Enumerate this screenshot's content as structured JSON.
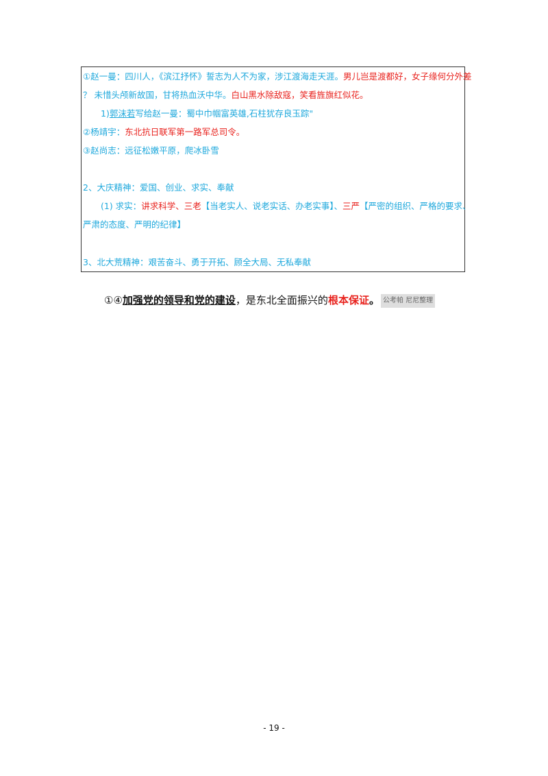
{
  "table": {
    "l1a": "①赵一曼：四川人，《滨江抒怀》誓志为人不为家，涉江渡海走天涯。",
    "l1b": "男儿岂是渡都好，女子缘何分外差",
    "l2a": "？ 未惜头颅新故国，甘将热血沃中华。",
    "l2b": "白山黑水除敌寇，笑看旌旗红似花。",
    "l3a": "1)",
    "l3b": "郭沫若",
    "l3c": "写给赵一曼：蜀中巾帼富英雄,石柱犹存良玉踪\"",
    "l4a": "②杨靖宇：",
    "l4b": "东北抗日联军第一路军总司令。",
    "l5": "③赵尚志：远征松嫩平原，爬冰卧雪",
    "l6": "2、大庆精神：爱国、创业、求实、奉献",
    "l7a": "(1)   求实：",
    "l7b": "讲求科学、三老",
    "l7c": "【当老实人、说老实话、办老实事】、",
    "l7d": "三严",
    "l7e": "【严密的组织、严格的要求、",
    "l8": "严肃的态度、严明的纪律】",
    "l9": "3、北大荒精神：艰苦奋斗、勇于开拓、顾全大局、无私奉献"
  },
  "conclusion": {
    "prefix": "①④",
    "key": "加强党的领导和党的建设",
    "middle": "，是东北全面振兴的",
    "emphasis": "根本保证",
    "end": "。",
    "tag": "公考帕 尼尼整理"
  },
  "page_number": "- 19 -",
  "colors": {
    "blue": "#1ea8dc",
    "red": "#e8211c"
  }
}
